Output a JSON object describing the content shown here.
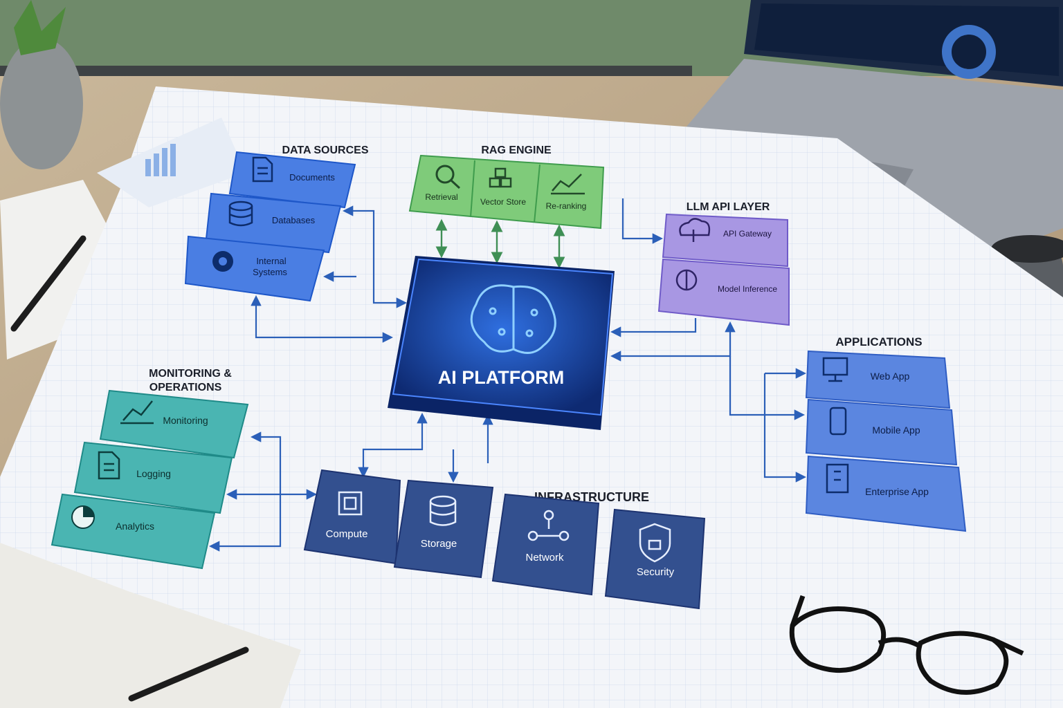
{
  "sections": {
    "data_sources": "DATA SOURCES",
    "rag_engine": "RAG ENGINE",
    "llm_api": "LLM API LAYER",
    "applications": "APPLICATIONS",
    "monitoring": [
      "MONITORING &",
      "OPERATIONS"
    ],
    "infrastructure": "INFRASTRUCTURE"
  },
  "platform": {
    "title": "AI PLATFORM",
    "icon": "brain-icon"
  },
  "data_sources": [
    {
      "label": [
        "Documents"
      ],
      "icon": "document-icon"
    },
    {
      "label": [
        "Databases"
      ],
      "icon": "database-icon"
    },
    {
      "label": [
        "Internal",
        "Systems"
      ],
      "icon": "gear-icon"
    }
  ],
  "rag": [
    {
      "label": "Retrieval",
      "icon": "search-icon"
    },
    {
      "label": "Vector Store",
      "icon": "cubes-icon"
    },
    {
      "label": "Re-ranking",
      "icon": "trend-icon"
    }
  ],
  "llm": [
    {
      "label": "API Gateway",
      "icon": "cloud-upload-icon"
    },
    {
      "label": "Model Inference",
      "icon": "brain-icon"
    }
  ],
  "apps": [
    {
      "label": "Web App",
      "icon": "monitor-icon"
    },
    {
      "label": "Mobile App",
      "icon": "phone-icon"
    },
    {
      "label": "Enterprise App",
      "icon": "building-icon"
    }
  ],
  "monitoring": [
    {
      "label": "Monitoring",
      "icon": "line-chart-icon"
    },
    {
      "label": "Logging",
      "icon": "document-icon"
    },
    {
      "label": "Analytics",
      "icon": "pie-chart-icon"
    }
  ],
  "infra": [
    {
      "label": "Compute",
      "icon": "chip-icon"
    },
    {
      "label": "Storage",
      "icon": "database-icon"
    },
    {
      "label": "Network",
      "icon": "network-icon"
    },
    {
      "label": "Security",
      "icon": "shield-lock-icon"
    }
  ],
  "colors": {
    "platform": "#13378e",
    "data_sources": "#4a7ee3",
    "rag": "#7fcb7a",
    "llm": "#a897e3",
    "apps": "#5b86e0",
    "monitoring": "#4ab5b2",
    "infra": "#33508f",
    "line": "#2b5fb8"
  }
}
